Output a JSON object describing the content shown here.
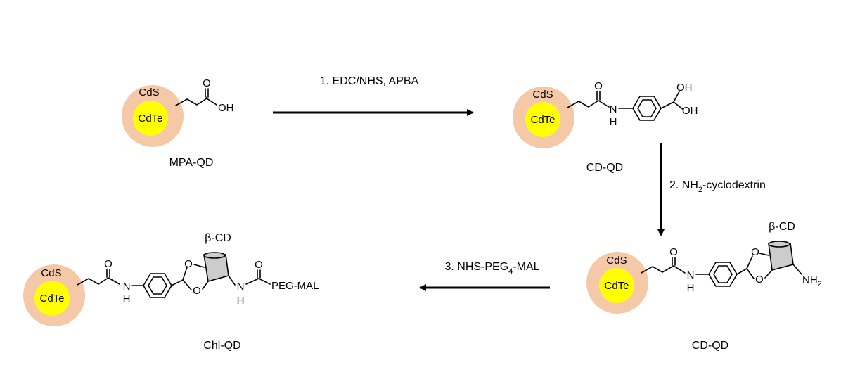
{
  "colors": {
    "shell": "#f5c8a8",
    "core": "#ffff00",
    "line": "#000000"
  },
  "qd": {
    "shell_label": "CdS",
    "core_label": "CdTe"
  },
  "atoms": {
    "O": "O",
    "OH": "OH",
    "N": "N",
    "H": "H",
    "NH2": "NH",
    "sub2": "2"
  },
  "compounds": {
    "mpa": {
      "label": "MPA-QD"
    },
    "cd1": {
      "label": "CD-QD"
    },
    "cd2": {
      "label": "CD-QD",
      "cd_label": "β-CD"
    },
    "chl": {
      "label": "Chl-QD",
      "cd_label": "β-CD",
      "peg": "PEG-MAL"
    }
  },
  "steps": {
    "s1": {
      "text": "1. EDC/NHS, APBA"
    },
    "s2": {
      "pre": "2. NH",
      "sub": "2",
      "post": "-cyclodextrin"
    },
    "s3": {
      "pre": "3. NHS-PEG",
      "sub": "4",
      "post": "-MAL"
    }
  }
}
